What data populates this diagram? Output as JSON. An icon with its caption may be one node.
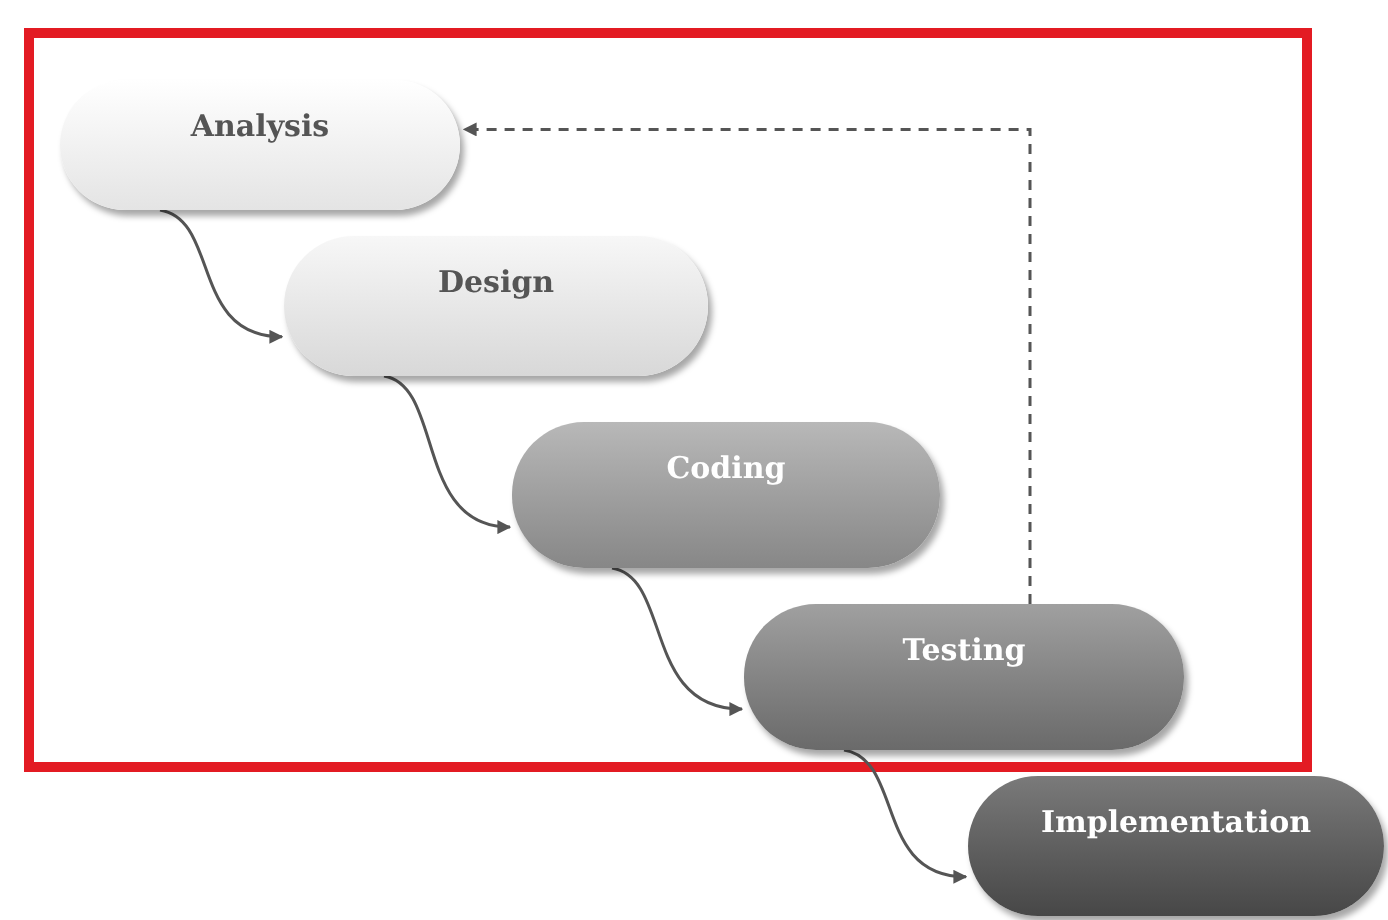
{
  "diagram": {
    "nodes": [
      {
        "text": [
          "Analysis"
        ]
      },
      {
        "text": [
          "Design"
        ]
      },
      {
        "text": [
          "Coding"
        ]
      },
      {
        "text": [
          "Testing"
        ]
      },
      {
        "text": [
          "Implementation"
        ]
      }
    ],
    "edges": [
      {
        "from": 0,
        "to": 1,
        "arrow": "to"
      },
      {
        "from": 1,
        "to": 2,
        "arrow": "to"
      },
      {
        "from": 2,
        "to": 3,
        "arrow": "to"
      },
      {
        "from": 3,
        "to": 4,
        "arrow": "to"
      },
      {
        "from": 3,
        "to": 0,
        "arrow": "to",
        "style": "dashed"
      }
    ]
  }
}
